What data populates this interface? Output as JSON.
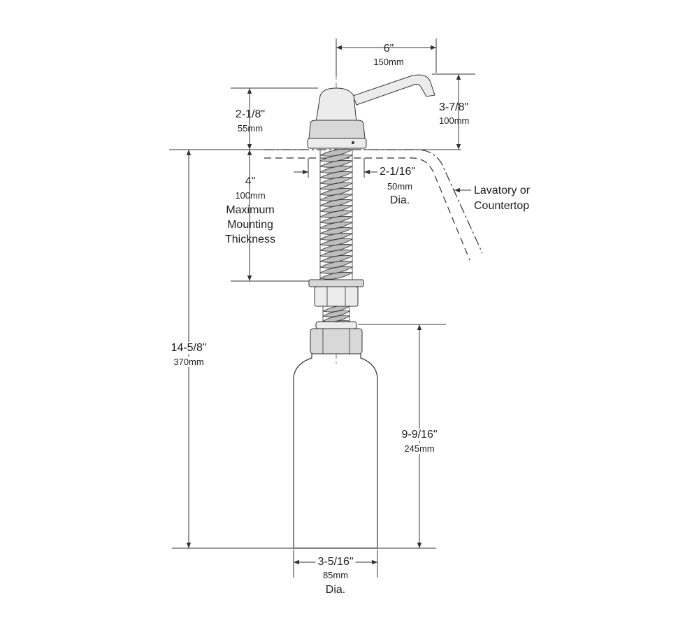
{
  "dimensions": {
    "spout_reach": {
      "imperial": "6\"",
      "metric": "150mm"
    },
    "spout_height": {
      "imperial": "3-7/8\"",
      "metric": "100mm"
    },
    "head_height": {
      "imperial": "2-1/8\"",
      "metric": "55mm"
    },
    "mounting_hole": {
      "imperial": "2-1/16\"",
      "metric": "50mm",
      "note": "Dia."
    },
    "mounting_thickness": {
      "imperial": "4\"",
      "metric": "100mm",
      "line1": "Maximum",
      "line2": "Mounting",
      "line3": "Thickness"
    },
    "overall_height": {
      "imperial": "14-5/8\"",
      "metric": "370mm"
    },
    "container_height": {
      "imperial": "9-9/16\"",
      "metric": "245mm"
    },
    "container_diameter": {
      "imperial": "3-5/16\"",
      "metric": "85mm",
      "note": "Dia."
    }
  },
  "countertop_label": {
    "line1": "Lavatory or",
    "line2": "Countertop"
  }
}
